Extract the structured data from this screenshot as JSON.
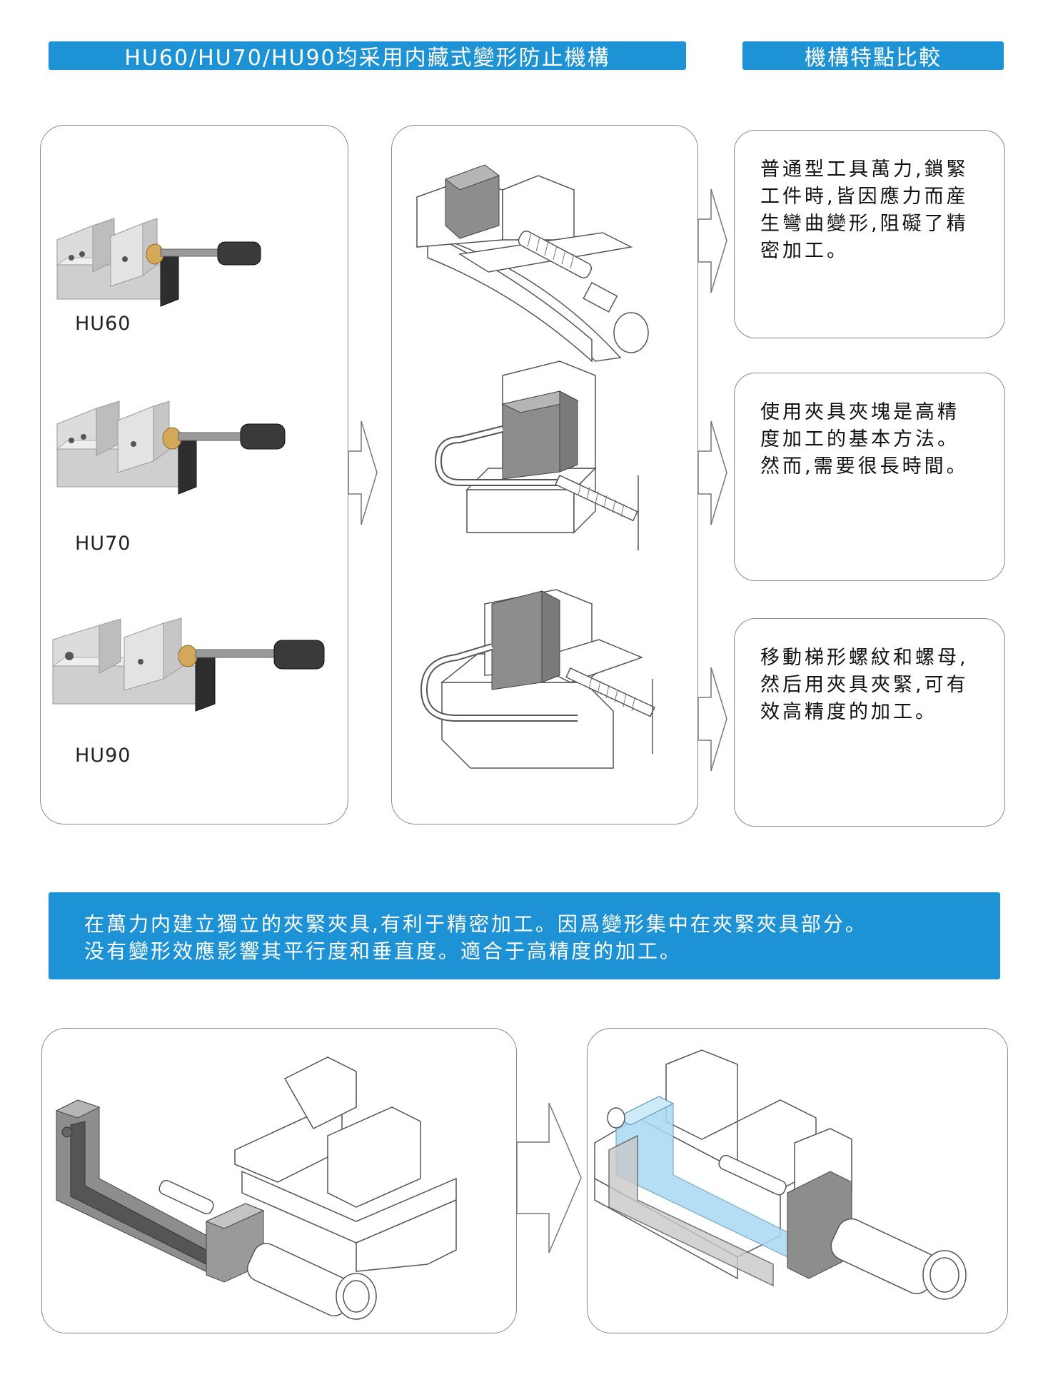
{
  "header": {
    "left_banner": "HU60/HU70/HU90均采用内藏式變形防止機構",
    "right_banner": "機構特點比較"
  },
  "models": [
    {
      "label": "HU60"
    },
    {
      "label": "HU70"
    },
    {
      "label": "HU90"
    }
  ],
  "notes": [
    {
      "lines": [
        "普通型工具萬力,鎖緊",
        "工件時,皆因應力而産",
        "生彎曲變形,阻礙了精",
        "密加工。"
      ]
    },
    {
      "lines": [
        "使用夾具夾塊是高精",
        "度加工的基本方法。",
        "然而,需要很長時間。"
      ]
    },
    {
      "lines": [
        "移動梯形螺紋和螺母,",
        "然后用夾具夾緊,可有",
        "效高精度的加工。"
      ]
    }
  ],
  "summary": {
    "lines": [
      "在萬力内建立獨立的夾緊夾具,有利于精密加工。因爲變形集中在夾緊夾具部分。",
      "没有變形效應影響其平行度和垂直度。適合于高精度的加工。"
    ]
  },
  "colors": {
    "accent": "#1d93d6",
    "highlight": "#a9d8f2",
    "steel": "#8d8d8d",
    "brass": "#d4a85a"
  }
}
